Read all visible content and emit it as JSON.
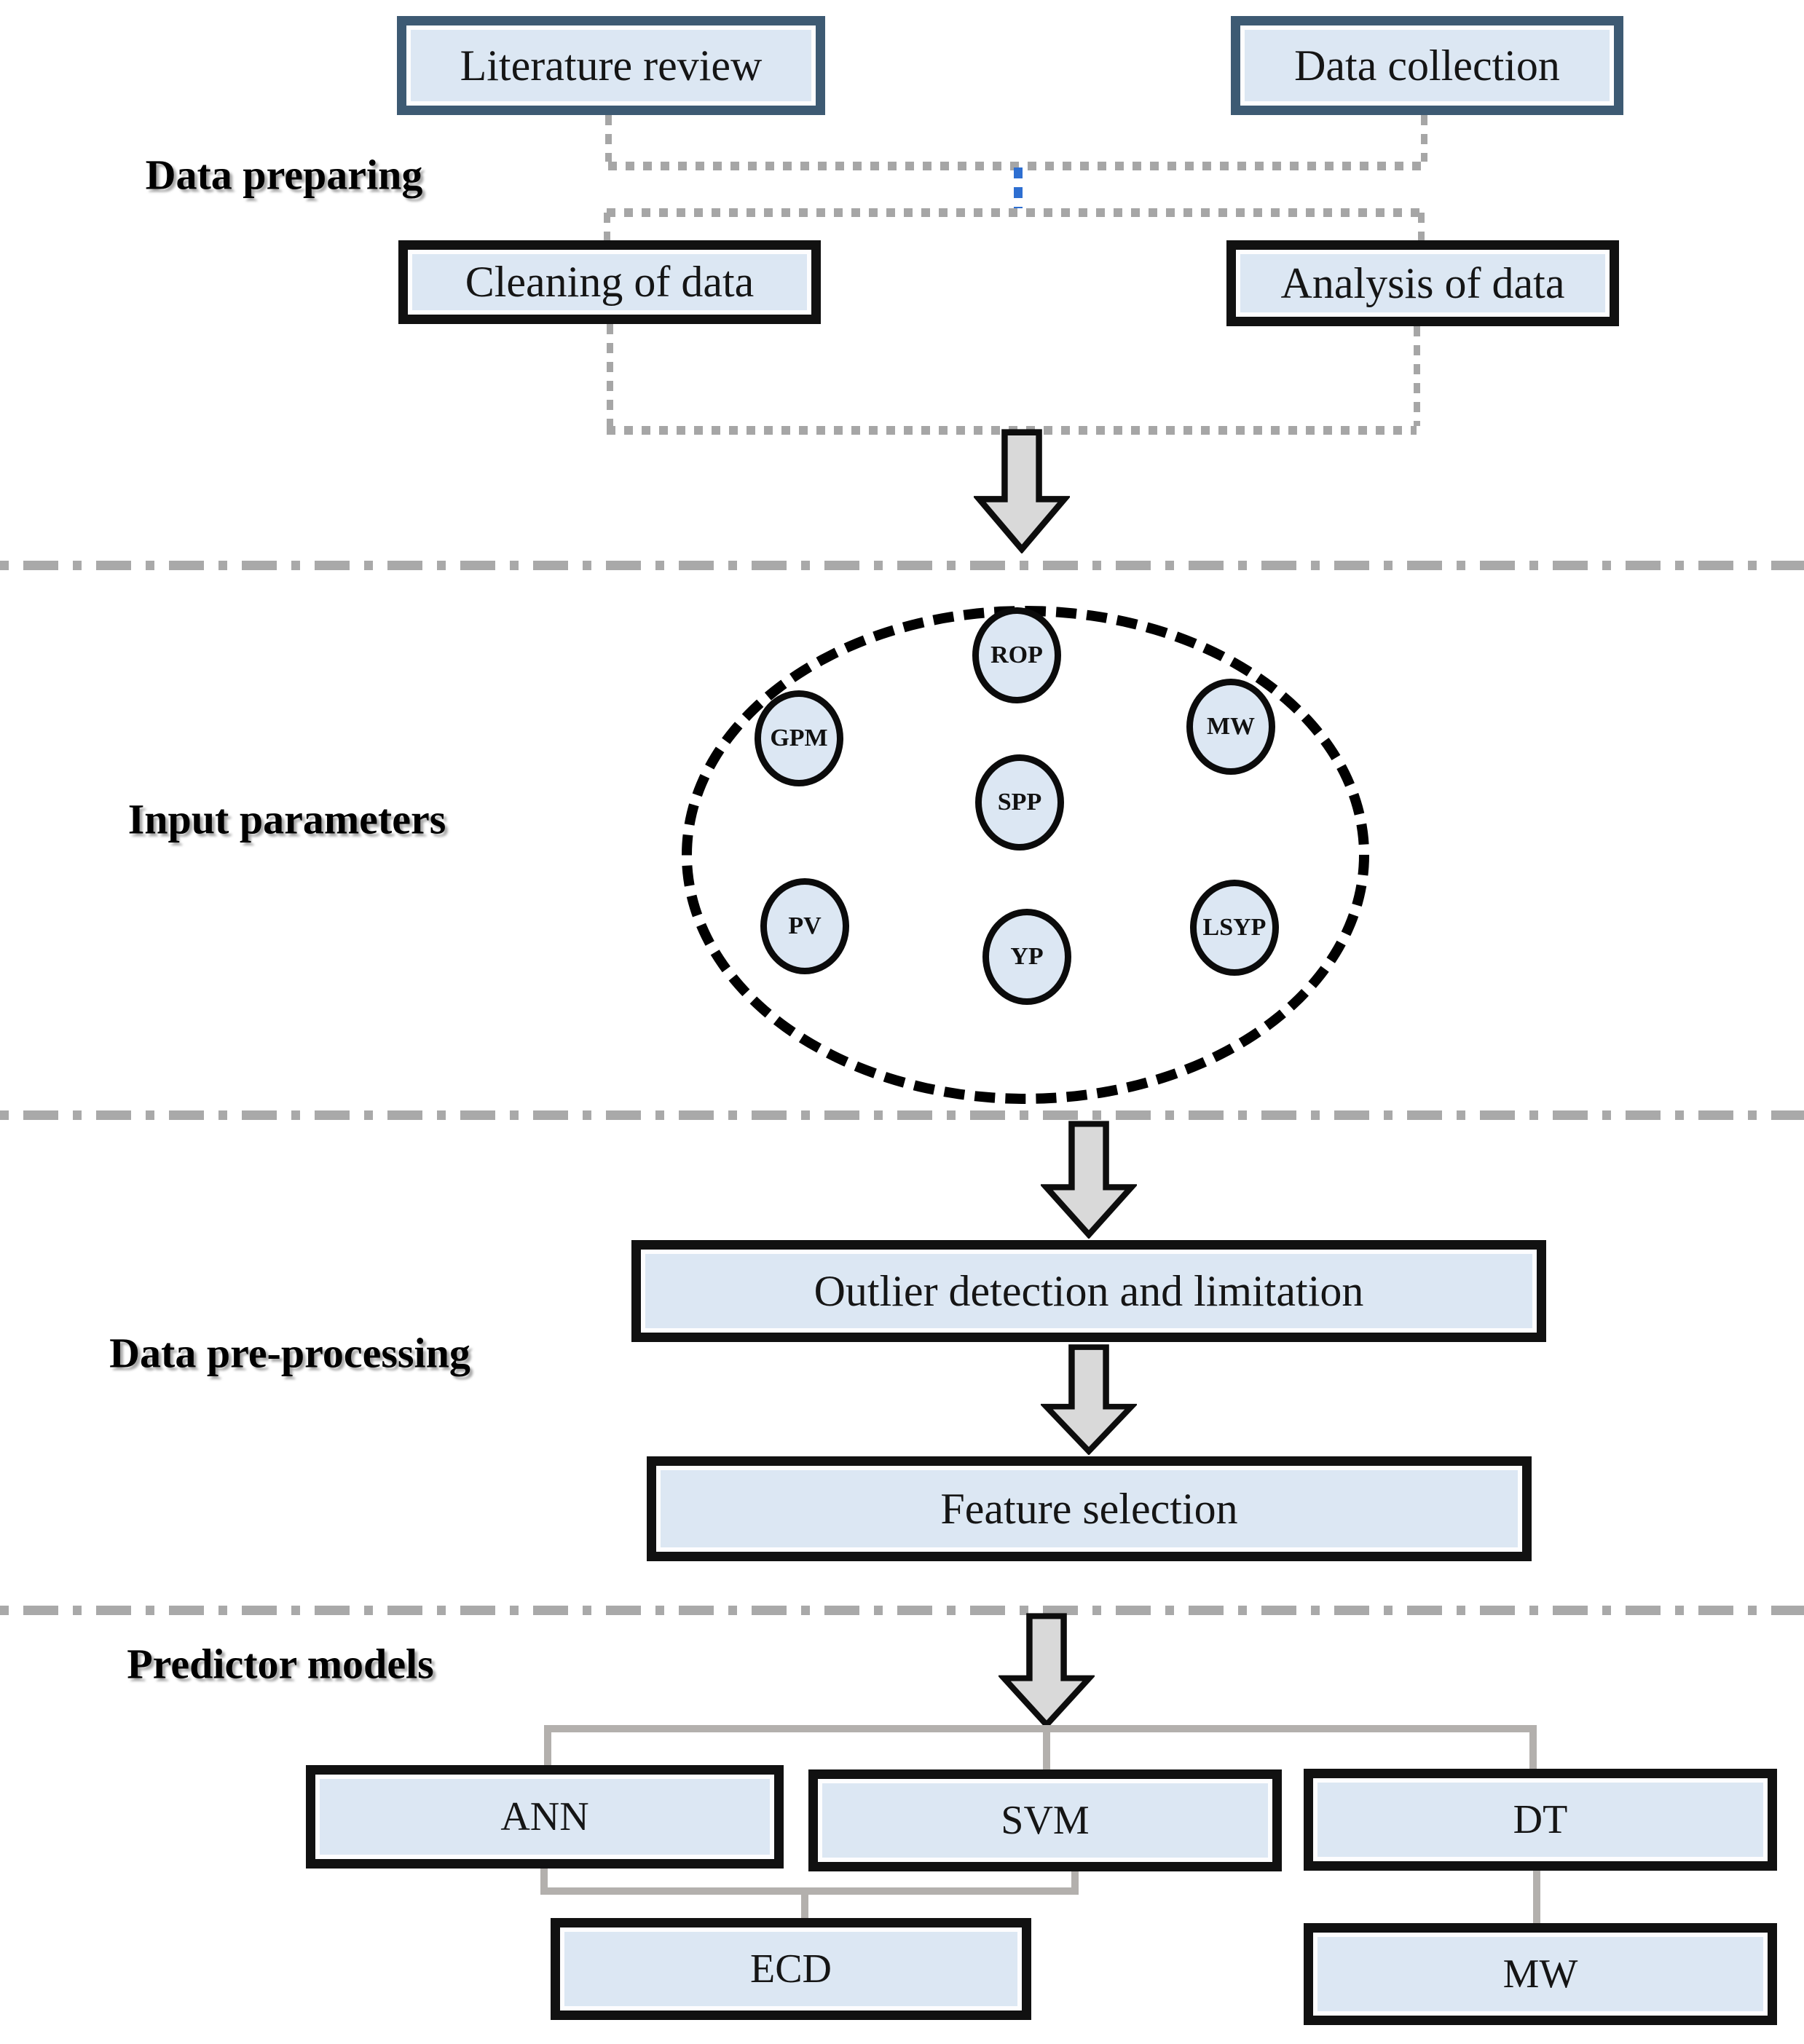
{
  "figure_type": "flowchart",
  "sections": {
    "data_preparing": {
      "label": "Data preparing",
      "boxes": {
        "literature_review": "Literature review",
        "data_collection": "Data collection",
        "cleaning_of_data": "Cleaning of data",
        "analysis_of_data": "Analysis of data"
      }
    },
    "input_parameters": {
      "label": "Input parameters",
      "nodes": [
        "ROP",
        "GPM",
        "MW",
        "SPP",
        "PV",
        "YP",
        "LSYP"
      ]
    },
    "data_preprocessing": {
      "label": "Data pre-processing",
      "boxes": {
        "outlier_detection": "Outlier detection and limitation",
        "feature_selection": "Feature selection"
      }
    },
    "predictor_models": {
      "label": "Predictor models",
      "boxes": {
        "ann": "ANN",
        "svm": "SVM",
        "dt": "DT",
        "ecd": "ECD",
        "mw": "MW"
      }
    }
  },
  "icons": {
    "down_arrow": "down-arrow-icon"
  },
  "colors": {
    "box_fill": "#dce7f3",
    "slate_border": "#3d5a73",
    "black_border": "#111111",
    "connector_gray": "#a6a6a6",
    "branch_gray": "#b3b0ad",
    "blue_dash": "#2e6fd1",
    "arrow_fill": "#d9d9d9",
    "divider_gray": "#a9a9a9"
  }
}
